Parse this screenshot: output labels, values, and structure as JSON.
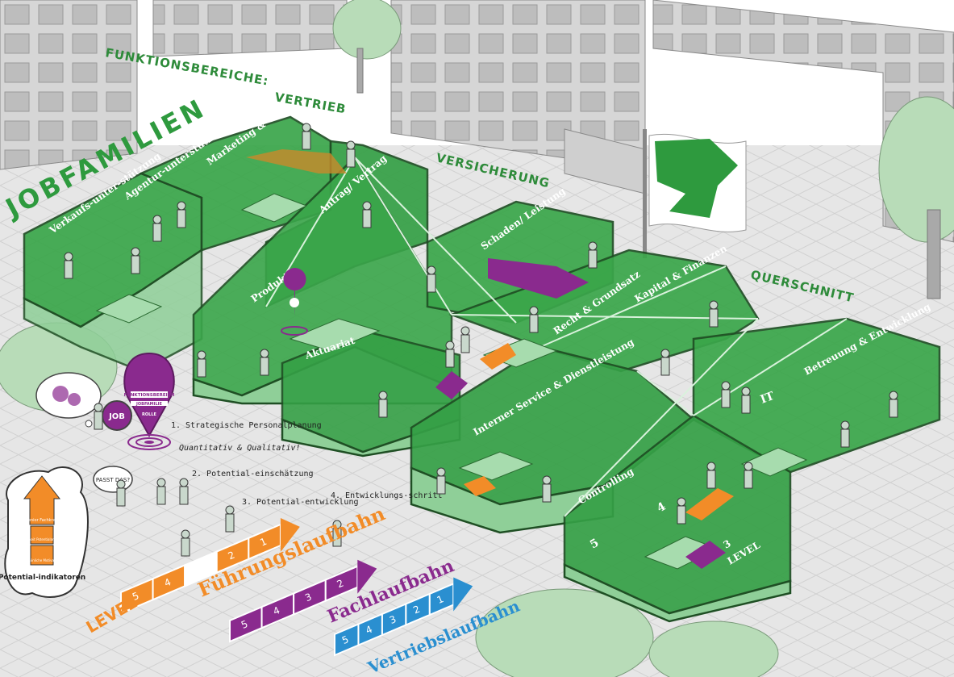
{
  "headers": {
    "funktionsbereiche": "FUNKTIONSBEREICHE:",
    "vertrieb": "VERTRIEB",
    "versicherung": "VERSICHERUNG",
    "querschnitt": "QUERSCHNITT",
    "jobfamilien": "JOBFAMILIEN"
  },
  "rooms": {
    "verkauf": "Verkaufs-unter-stützung",
    "agentur": "Agentur-unterstützung",
    "marketing": "Marketing & Verkaufs-förderung",
    "antrag": "Antrag/ Vertrag",
    "schaden": "Schaden/ Leistung",
    "produkt": "Produkt",
    "aktuariat": "Aktuariat",
    "recht": "Recht & Grundsatz",
    "kapital": "Kapital & Finanzen",
    "interner": "Interner Service & Dienstleistung",
    "betreuung": "Betreuung & Entwicklung",
    "it": "IT",
    "controlling": "Controlling"
  },
  "pin": {
    "ring1": "FUNKTIONSBEREICH",
    "ring2": "JOBFAMILIE",
    "ring3": "ROLLE"
  },
  "badge": "JOB",
  "steps": {
    "s1_title": "1. Strategische Personalplanung",
    "s1_sub": "Quantitativ & Qualitativ!",
    "s2": "2. Potential-einschätzung",
    "s3": "3. Potential-entwicklung",
    "s4": "4. Entwicklungs-schritt"
  },
  "speech": "PASST DAS?",
  "legend": {
    "item1": "Senior Fachkraft",
    "item2": "Fähigkeit Potentialanalyse",
    "item3": "Persönliche Motivation",
    "caption": "Potential-indikatoren"
  },
  "level_room": "LEVEL",
  "level_room_nums": [
    "5",
    "4",
    "3"
  ],
  "level_label": "LEVEL",
  "careers": [
    {
      "name": "Führungslaufbahn",
      "color": "#f28c28",
      "cells": [
        "5",
        "4",
        "",
        "2",
        "1"
      ]
    },
    {
      "name": "Fachlaufbahn",
      "color": "#8a2a8e",
      "cells": [
        "5",
        "4",
        "3",
        "2"
      ]
    },
    {
      "name": "Vertriebslaufbahn",
      "color": "#2a8fd0",
      "cells": [
        "5",
        "4",
        "3",
        "2",
        "1"
      ]
    }
  ],
  "colors": {
    "green_dark": "#2e8b3a",
    "green_room": "#3aa64a",
    "green_floor": "#8fcf98",
    "orange": "#f28c28",
    "purple": "#8a2a8e",
    "blue": "#2a8fd0",
    "ground": "#e4e4e4"
  }
}
